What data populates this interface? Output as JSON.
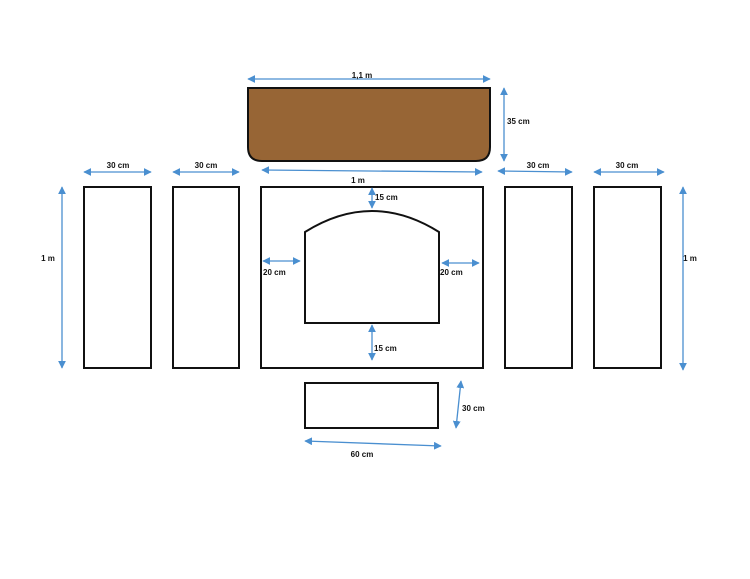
{
  "colors": {
    "top_piece": "#976535",
    "dimension_arrow": "#4a8fd0",
    "outline": "#111111"
  },
  "labels": {
    "top_width": "1,1 m",
    "top_height": "35 cm",
    "front_width": "1 m",
    "side1_width": "30 cm",
    "side2_width": "30 cm",
    "side3_width": "30 cm",
    "side4_width": "30 cm",
    "left_height": "1 m",
    "right_height": "1 m",
    "arch_top_margin": "15 cm",
    "arch_left_margin": "20 cm",
    "arch_right_margin": "20 cm",
    "arch_bottom_margin": "15 cm",
    "base_height": "30 cm",
    "base_width": "60 cm"
  }
}
